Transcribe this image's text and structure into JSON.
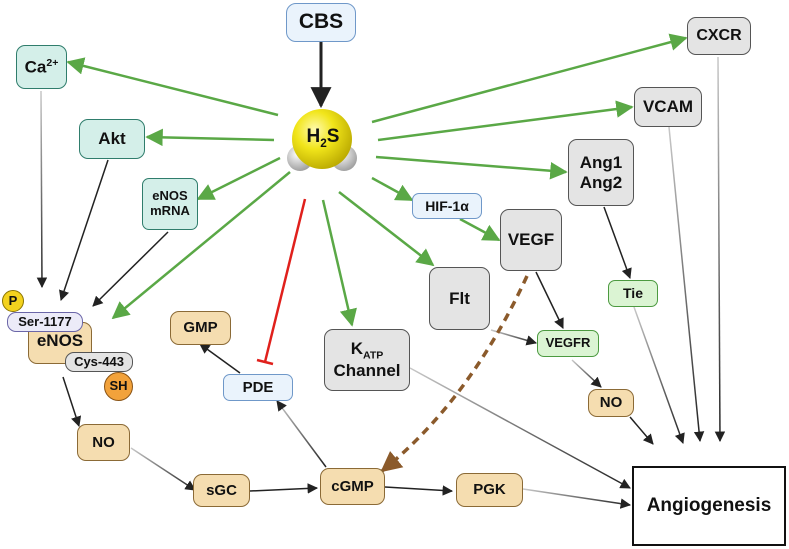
{
  "nodes": {
    "cbs": "CBS",
    "h2s": {
      "main": "H",
      "sub": "2",
      "tail": "S"
    },
    "ca": {
      "main": "Ca",
      "sup": "2+"
    },
    "akt": "Akt",
    "enos_mrna": {
      "line1": "eNOS",
      "line2": "mRNA"
    },
    "enos": "eNOS",
    "p": "P",
    "ser": "Ser-1177",
    "cys": "Cys-443",
    "sh": "SH",
    "no_left": "NO",
    "gmp": "GMP",
    "pde": "PDE",
    "sgc": "sGC",
    "cgmp": "cGMP",
    "pgk": "PGK",
    "katp": {
      "main": "K",
      "sub": "ATP",
      "line2": "Channel"
    },
    "hif": "HIF-1α",
    "vegf": "VEGF",
    "flt": "Flt",
    "vegfr": "VEGFR",
    "no_right": "NO",
    "ang": {
      "line1": "Ang1",
      "line2": "Ang2"
    },
    "tie": "Tie",
    "cxcr": "CXCR",
    "vcam": "VCAM",
    "angiogenesis": "Angiogenesis"
  },
  "colors": {
    "activation_arrow": "#5aa846",
    "inhibition_arrow": "#e0201c",
    "dashed_arrow": "#8b5a2b",
    "plain_arrow": "#222222",
    "h2s_sphere": "#f1e51a",
    "h_atoms": "#d9d9d9"
  }
}
